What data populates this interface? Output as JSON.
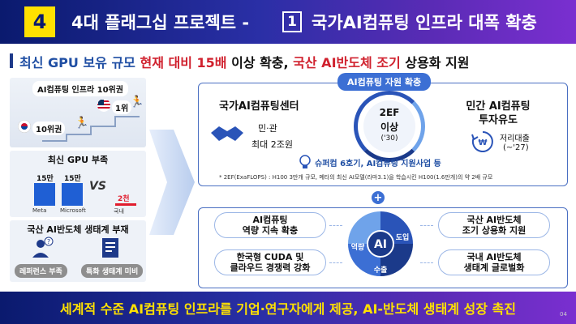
{
  "header": {
    "number": "4",
    "title": "4대 플래그십 프로젝트 -",
    "sub_number": "1",
    "subtitle": "국가AI컴퓨팅 인프라 대폭 확충"
  },
  "summary": {
    "part1": "최신 GPU 보유 규모",
    "part2": "현재 대비 15배",
    "part3": "이상 확충,",
    "part4": "국산 AI반도체 조기",
    "part5": "상용화 지원"
  },
  "left": {
    "infra_title": "AI컴퓨팅 인프라 10위권",
    "rank_us": "1위",
    "rank_kr": "10위권",
    "gpu_title": "최신 GPU 부족",
    "bars": [
      {
        "value": 150000,
        "value_label": "15만",
        "label": "Meta",
        "color": "#1f5fd4"
      },
      {
        "value": 150000,
        "value_label": "15만",
        "label": "Microsoft",
        "color": "#1f5fd4"
      },
      {
        "value": 2000,
        "value_label": "2천",
        "label": "국내",
        "color": "#e11d2e"
      }
    ],
    "vs_label": "VS",
    "eco_title": "국산 AI반도체 생태계 부재",
    "tag_ref": "레퍼런스 부족",
    "tag_eco": "특화 생태계 미비"
  },
  "expand": {
    "pill": "AI컴퓨팅 자원 확충",
    "center_title": "국가AI컴퓨팅센터",
    "center_line1": "민·관",
    "center_line2": "최대 2조원",
    "ring_line1": "2EF",
    "ring_line2": "이상",
    "ring_line3": "('30)",
    "private_line1": "민간 AI컴퓨팅",
    "private_line2": "투자유도",
    "loan_line1": "저리대출",
    "loan_line2": "(~'27)",
    "super_text": "슈퍼컴 6호기, AI컴퓨팅 지원사업 등",
    "footnote": "* 2EF(ExaFLOPS) : H100 3만개 규모, 메타의 최신 AI모델(라마3.1)을 학습시킨 H100(1.6만개)의 약 2배 규모"
  },
  "goals": {
    "g1_line1": "AI컴퓨팅",
    "g1_line2": "역량 지속 확충",
    "g2_line1": "한국형 CUDA 및",
    "g2_line2": "클라우드 경쟁력 강화",
    "g3_line1": "국산 AI반도체",
    "g3_line2": "조기 상용화 지원",
    "g4_line1": "국내 AI반도체",
    "g4_line2": "생태계 글로벌화",
    "cycle_center": "AI",
    "cycle_capability": "역량",
    "cycle_adopt": "도입",
    "cycle_export": "수출"
  },
  "banner": {
    "text": "세계적 수준 AI컴퓨팅 인프라를 기업·연구자에게 제공, AI-반도체 생태계 성장 촉진"
  },
  "page_number": "04"
}
